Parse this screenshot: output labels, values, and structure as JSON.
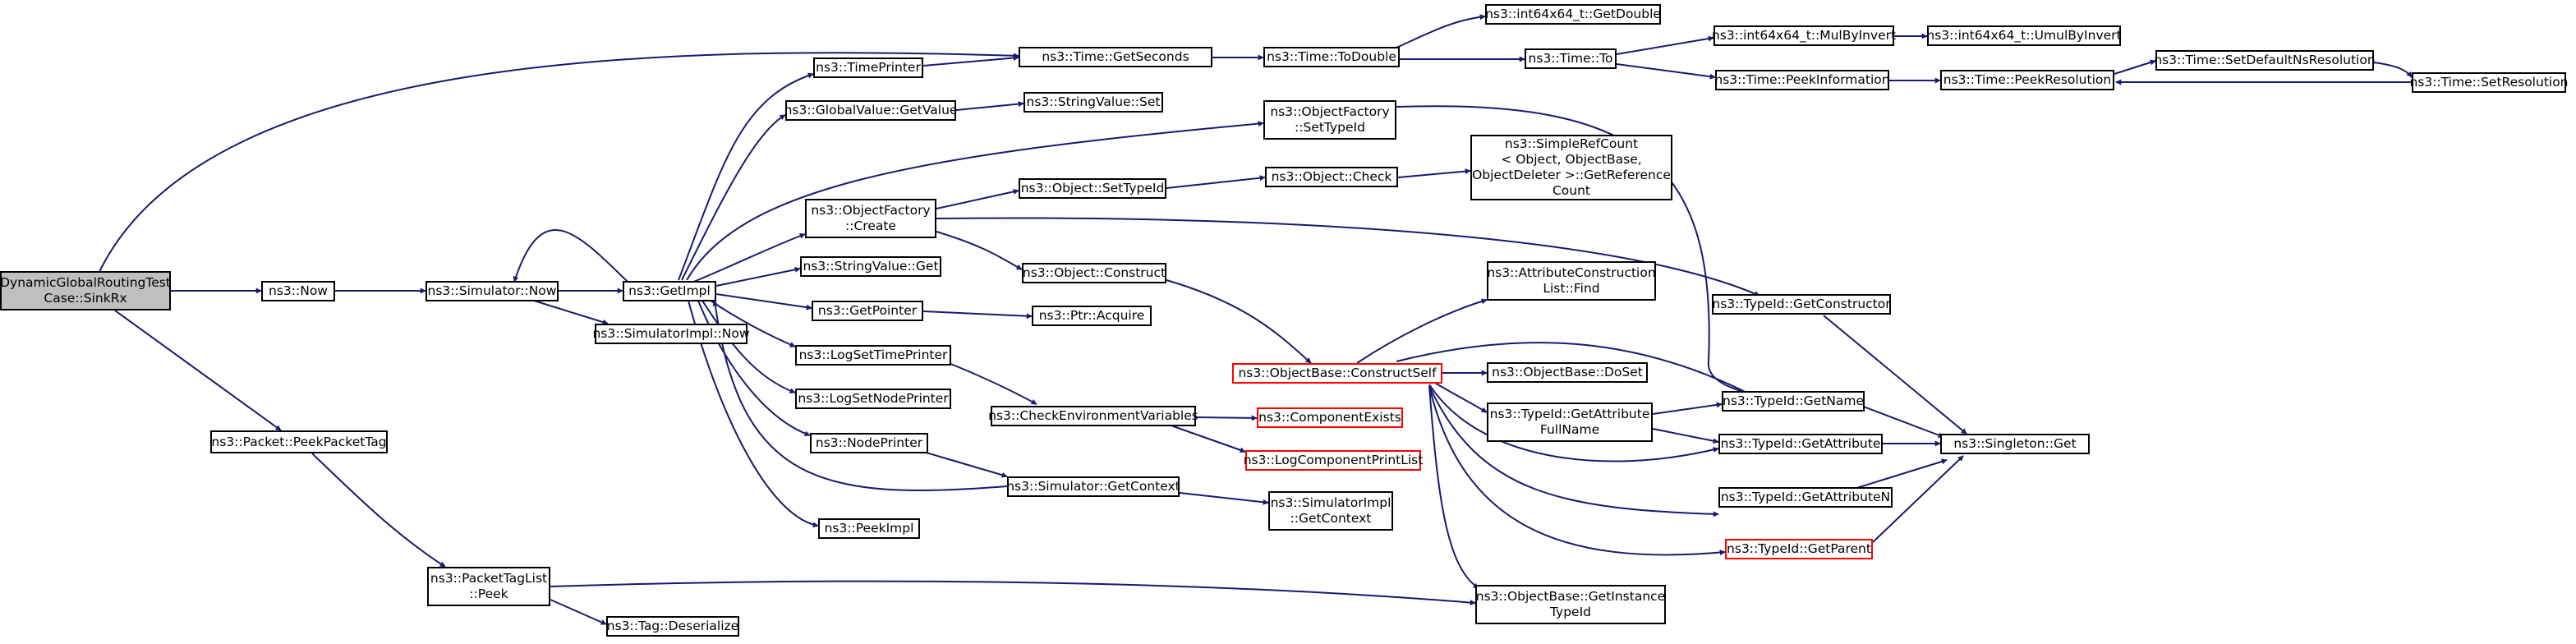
{
  "graph": {
    "colors": {
      "edge": "#191970",
      "node_border": "#000000",
      "truncated_border": "#ff0000",
      "root_fill": "#bfbfbf",
      "node_fill": "#ffffff"
    },
    "nodes": {
      "root": "DynamicGlobalRoutingTest\nCase::SinkRx",
      "now": "ns3::Now",
      "peek_packet_tag": "ns3::Packet::PeekPacketTag",
      "simulator_now": "ns3::Simulator::Now",
      "get_impl": "ns3::GetImpl",
      "simulatorimpl_now": "ns3::SimulatorImpl::Now",
      "packettaglist_peek": "ns3::PacketTagList\n::Peek",
      "tag_deserialize": "ns3::Tag::Deserialize",
      "time_printer": "ns3::TimePrinter",
      "globalvalue_getvalue": "ns3::GlobalValue::GetValue",
      "objectfactory_create": "ns3::ObjectFactory\n::Create",
      "stringvalue_get": "ns3::StringValue::Get",
      "get_pointer": "ns3::GetPointer",
      "log_set_time_printer": "ns3::LogSetTimePrinter",
      "log_set_node_printer": "ns3::LogSetNodePrinter",
      "node_printer": "ns3::NodePrinter",
      "peek_impl": "ns3::PeekImpl",
      "time_getseconds": "ns3::Time::GetSeconds",
      "stringvalue_set": "ns3::StringValue::Set",
      "object_settypeid": "ns3::Object::SetTypeId",
      "object_construct": "ns3::Object::Construct",
      "ptr_acquire": "ns3::Ptr::Acquire",
      "check_env_vars": "ns3::CheckEnvironmentVariables",
      "simulator_getcontext": "ns3::Simulator::GetContext",
      "objectbase_constructself": "ns3::ObjectBase::ConstructSelf",
      "component_exists": "ns3::ComponentExists",
      "log_component_printlist": "ns3::LogComponentPrintList",
      "time_todouble": "ns3::Time::ToDouble",
      "objectfactory_settypeid": "ns3::ObjectFactory\n::SetTypeId",
      "object_check": "ns3::Object::Check",
      "simulatorimpl_getcontext": "ns3::SimulatorImpl\n::GetContext",
      "int64x64_getdouble": "ns3::int64x64_t::GetDouble",
      "time_to": "ns3::Time::To",
      "simplerefcount_getreferencecount": "ns3::SimpleRefCount\n< Object, ObjectBase,\n ObjectDeleter >::GetReference\nCount",
      "attributeconstructionlist_find": "ns3::AttributeConstruction\nList::Find",
      "objectbase_doset": "ns3::ObjectBase::DoSet",
      "typeid_getattributefullname": "ns3::TypeId::GetAttribute\nFullName",
      "objectbase_getinstancetypeid": "ns3::ObjectBase::GetInstance\nTypeId",
      "int64x64_mulbyinvert": "ns3::int64x64_t::MulByInvert",
      "time_peekinformation": "ns3::Time::PeekInformation",
      "typeid_getconstructor": "ns3::TypeId::GetConstructor",
      "typeid_getname": "ns3::TypeId::GetName",
      "typeid_getattribute": "ns3::TypeId::GetAttribute",
      "typeid_getattributen": "ns3::TypeId::GetAttributeN",
      "typeid_getparent": "ns3::TypeId::GetParent",
      "int64x64_umulbyinvert": "ns3::int64x64_t::UmulByInvert",
      "time_peekresolution": "ns3::Time::PeekResolution",
      "singleton_get": "ns3::Singleton::Get",
      "time_setdefaultnsresolution": "ns3::Time::SetDefaultNsResolution",
      "time_setresolution": "ns3::Time::SetResolution"
    }
  }
}
